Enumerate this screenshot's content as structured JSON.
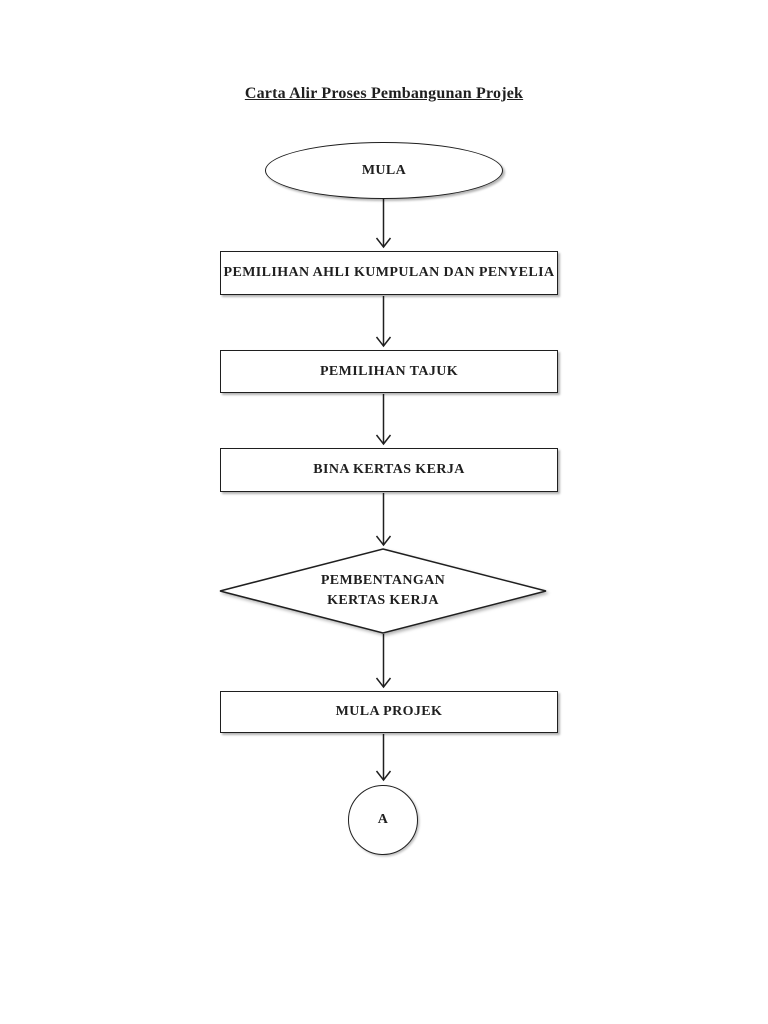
{
  "page": {
    "title": "Carta Alir Proses Pembangunan Projek",
    "background": "#ffffff"
  },
  "flowchart": {
    "colors": {
      "outline": "#1f1f1f",
      "fill": "#ffffff",
      "text": "#1f1f1f",
      "shadow": "rgba(0,0,0,0.3)"
    },
    "nodes": [
      {
        "id": "start",
        "type": "terminator-ellipse",
        "label": "MULA"
      },
      {
        "id": "step-1",
        "type": "process",
        "label": "PEMILIHAN AHLI KUMPULAN DAN PENYELIA"
      },
      {
        "id": "step-2",
        "type": "process",
        "label": "PEMILIHAN TAJUK"
      },
      {
        "id": "step-3",
        "type": "process",
        "label": "BINA KERTAS KERJA"
      },
      {
        "id": "decision-1",
        "type": "decision-diamond",
        "label": "PEMBENTANGAN KERTAS KERJA"
      },
      {
        "id": "step-4",
        "type": "process",
        "label": "MULA PROJEK"
      },
      {
        "id": "connector-a",
        "type": "connector-circle",
        "label": "A"
      }
    ],
    "edges": [
      {
        "from": "start",
        "to": "step-1"
      },
      {
        "from": "step-1",
        "to": "step-2"
      },
      {
        "from": "step-2",
        "to": "step-3"
      },
      {
        "from": "step-3",
        "to": "decision-1"
      },
      {
        "from": "decision-1",
        "to": "step-4"
      },
      {
        "from": "step-4",
        "to": "connector-a"
      }
    ]
  }
}
